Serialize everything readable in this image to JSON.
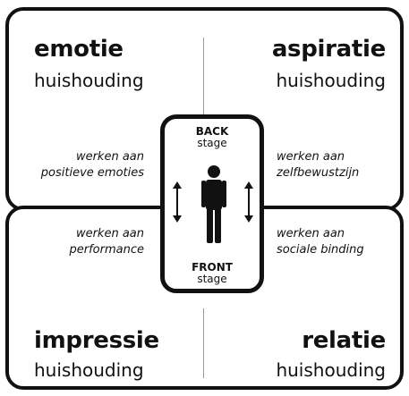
{
  "quadrants": {
    "top_left": {
      "title": "emotie",
      "subtitle": "huishouding"
    },
    "top_right": {
      "title": "aspiratie",
      "subtitle": "huishouding"
    },
    "bottom_left": {
      "title": "impressie",
      "subtitle": "huishouding"
    },
    "bottom_right": {
      "title": "relatie",
      "subtitle": "huishouding"
    }
  },
  "notes": {
    "top_left": {
      "line1": "werken aan",
      "line2": "positieve emoties"
    },
    "top_right": {
      "line1": "werken aan",
      "line2": "zelfbewustzijn"
    },
    "bottom_left": {
      "line1": "werken aan",
      "line2": "performance"
    },
    "bottom_right": {
      "line1": "werken aan",
      "line2": "sociale binding"
    }
  },
  "center": {
    "back_strong": "BACK",
    "back_small": "stage",
    "front_strong": "FRONT",
    "front_small": "stage"
  },
  "icons": {
    "person": "person-icon",
    "arrow_left": "double-arrow-vertical-icon",
    "arrow_right": "double-arrow-vertical-icon"
  },
  "colors": {
    "line": "#111111",
    "divider": "#9a9a9a",
    "background": "#ffffff"
  }
}
